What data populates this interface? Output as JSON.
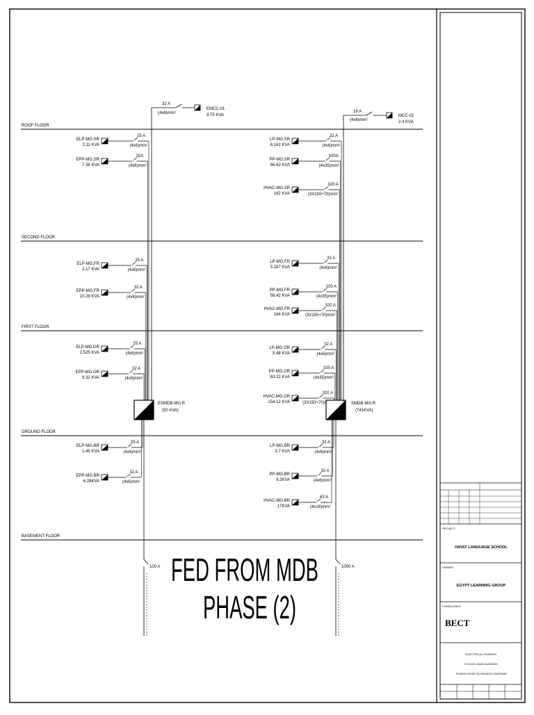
{
  "floors": [
    "ROOF FLOOR",
    "SECOND FLOOR",
    "FIRST FLOOR",
    "GROUND FLOOR",
    "BASEMENT FLOOR"
  ],
  "main_boards": [
    {
      "name": "ESMDB-MG.R",
      "load": "(50 KVA)"
    },
    {
      "name": "SMDB-MG.R",
      "load": "(741KVA)"
    }
  ],
  "top_feeders": [
    {
      "breaker": "32 A",
      "cable": "(4x6)mm²",
      "name": "EMCC-01",
      "load": "9.75 KVA"
    },
    {
      "breaker": "16 A",
      "cable": "(4x6)mm²",
      "name": "MCC-01",
      "load": "2.4 KVA"
    }
  ],
  "left_panels": [
    {
      "name": "ELP-MG.SR",
      "load": "2.11 KVA",
      "breaker": "25 A",
      "cable": "(4x6)mm²"
    },
    {
      "name": "EPP-MG.SR",
      "load": "7.38 KVA",
      "breaker": "32A",
      "cable": "(4x6)mm²"
    },
    {
      "name": "ELP-MG.FR",
      "load": "2.17 KVA",
      "breaker": "25 A",
      "cable": "(4x6)mm²"
    },
    {
      "name": "EPP-MG.FR",
      "load": "10.28 KVA",
      "breaker": "32 A",
      "cable": "(4x6)mm²"
    },
    {
      "name": "ELP-MG.GR",
      "load": "2.525 KVA",
      "breaker": "25 A",
      "cable": "(4x6)mm²"
    },
    {
      "name": "EPP-MG.GR",
      "load": "8.32 KVA",
      "breaker": "32 A",
      "cable": "(4x6)mm²"
    },
    {
      "name": "ELP-MG.BR",
      "load": "1.45 KVA",
      "breaker": "25 A",
      "cable": "(4x6)mm²"
    },
    {
      "name": "EPP-MG.BR",
      "load": "6.28KVA",
      "breaker": "32 A",
      "cable": "(4x6)mm²"
    }
  ],
  "right_panels": [
    {
      "name": "LP-MG.SR",
      "load": "6.162 KVA",
      "breaker": "32 A",
      "cable": "(4x6)mm²"
    },
    {
      "name": "PP-MG.SR",
      "load": "66.62 KVA",
      "breaker": "100A",
      "cable": "(4x35)mm²"
    },
    {
      "name": "HVAC-MG.SR",
      "load": "162 KVA",
      "breaker": "320 A",
      "cable": "(3X150+70)mm²"
    },
    {
      "name": "LP-MG.FR",
      "load": "5.287 KVA",
      "breaker": "32 A",
      "cable": "(4x6)mm²"
    },
    {
      "name": "PP-MG.FR",
      "load": "59.42 KVA",
      "breaker": "100 A",
      "cable": "(4x35)mm²"
    },
    {
      "name": "HVAC-MG.FR",
      "load": "164 KVA",
      "breaker": "320 A",
      "cable": "(3X150+70)mm²"
    },
    {
      "name": "LP-MG.GR",
      "load": "5.48 KVA",
      "breaker": "32 A",
      "cable": "(4x6)mm²"
    },
    {
      "name": "PP-MG.GR",
      "load": "63.22 KVA",
      "breaker": "100 A",
      "cable": "(4x35)mm²"
    },
    {
      "name": "HVAC-MG.GR",
      "load": "154.12 KVA",
      "breaker": "320 A",
      "cable": "(3X150+70)mm²"
    },
    {
      "name": "LP-MG.BR",
      "load": "3.7 KVA",
      "breaker": "32 A",
      "cable": "(4x6)mm²"
    },
    {
      "name": "PP-MG.BR",
      "load": "9.2KVA",
      "breaker": "32 A",
      "cable": "(4x6)mm²"
    },
    {
      "name": "HVAC-MG.BR",
      "load": "17KVA",
      "breaker": "63 A",
      "cable": "(4x16)mm²"
    }
  ],
  "incomers": [
    "100 A",
    "1000 A"
  ],
  "fed_from": {
    "line1": "FED FROM MDB",
    "line2": "PHASE (2)"
  },
  "title_block": {
    "project_label": "PROJECT:",
    "project": "HAYAT LANGUAGE SCHOOL",
    "owner_label": "OWNER:",
    "owner": "EGYPT LEARNING GROUP",
    "consultant_label": "CONSULTANT:",
    "consultant": "BECT",
    "drawing_l1": "ELECTRICAL DRAWING",
    "drawing_l2": "SCHOOL MAIN BUILDING",
    "drawing_l3": "POWER RISER SCHEMATIC DIAGRAM"
  }
}
